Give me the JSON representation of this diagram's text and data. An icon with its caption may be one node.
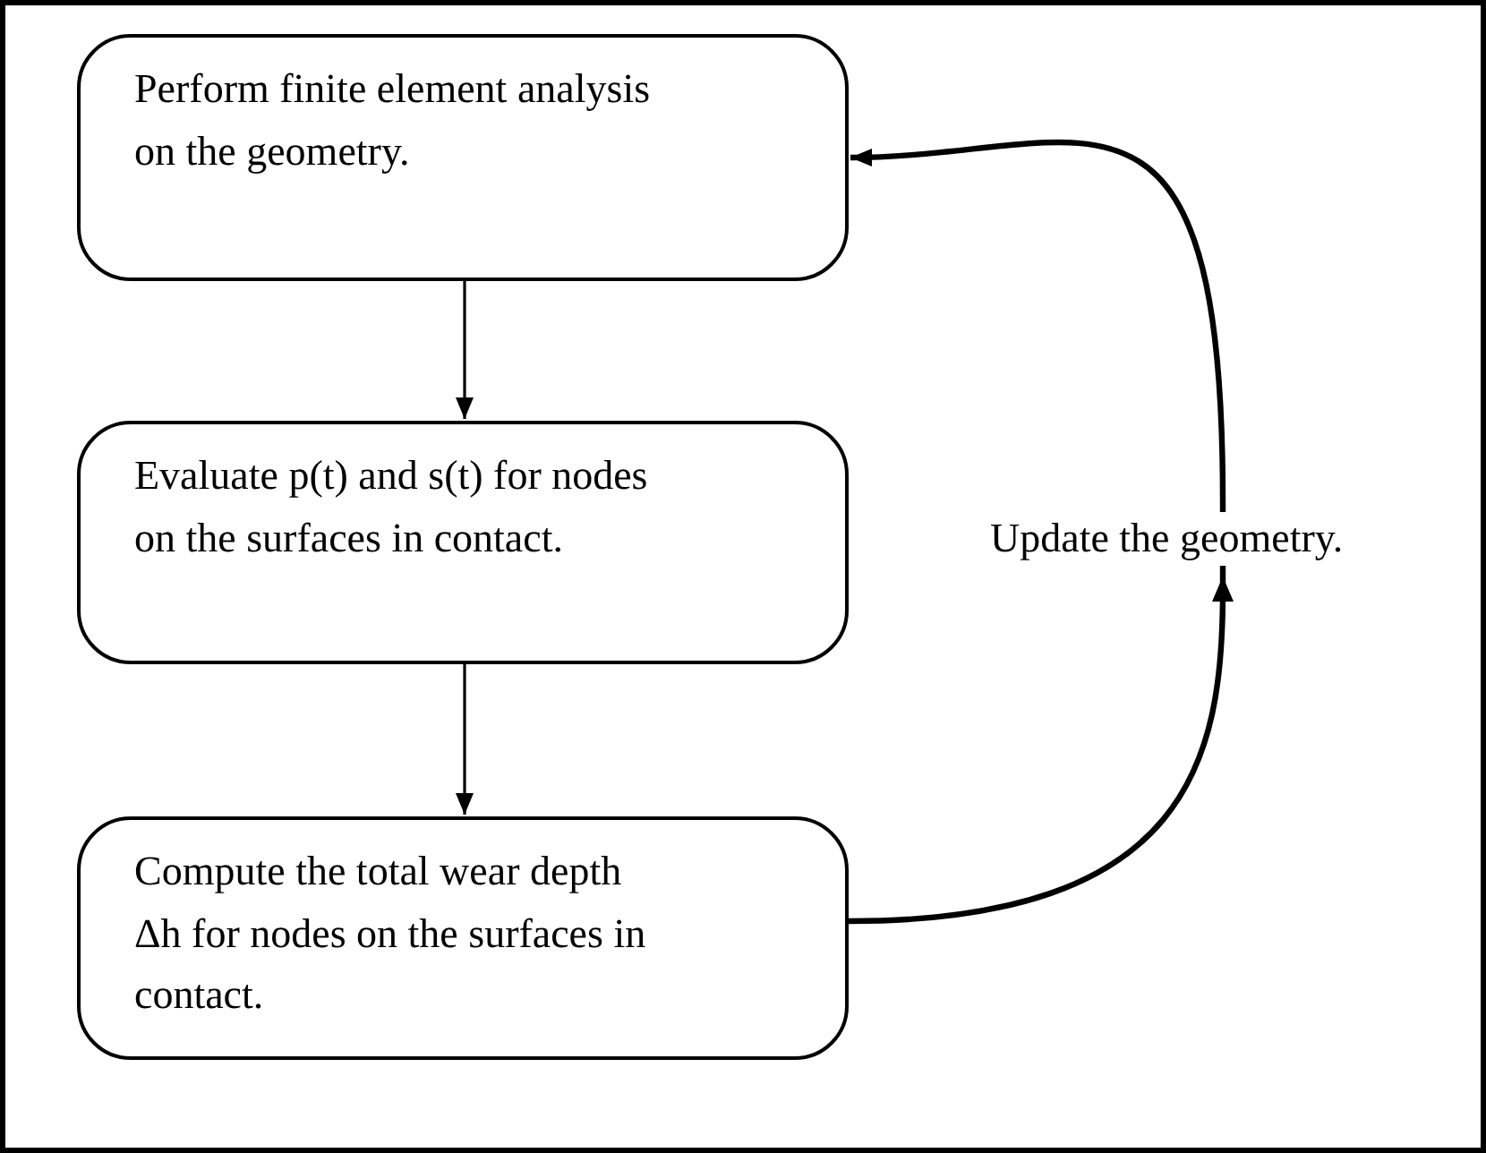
{
  "diagram": {
    "nodes": [
      {
        "text": [
          "Perform finite element analysis on the geometry."
        ]
      },
      {
        "text": [
          "Evaluate p(t) and s(t) for nodes on the surfaces in contact."
        ]
      },
      {
        "text": [
          "Compute the total wear depth Δh for nodes on the surfaces in contact."
        ]
      }
    ],
    "edges": [
      {
        "from": 0,
        "to": 1,
        "arrow": "to"
      },
      {
        "from": 1,
        "to": 2,
        "arrow": "to"
      },
      {
        "from": 2,
        "to": 0,
        "arrow": "to",
        "label": "Update the geometry.",
        "style": "thick"
      }
    ]
  }
}
